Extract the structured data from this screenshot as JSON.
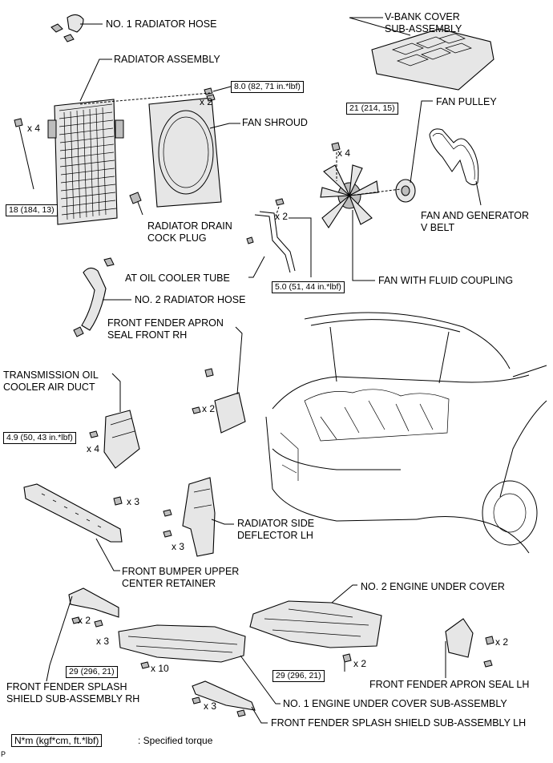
{
  "labels": {
    "no1_radiator_hose": "NO. 1 RADIATOR HOSE",
    "vbank_cover": "V-BANK COVER\nSUB-ASSEMBLY",
    "radiator_assembly": "RADIATOR ASSEMBLY",
    "fan_shroud": "FAN SHROUD",
    "fan_pulley": "FAN PULLEY",
    "radiator_drain": "RADIATOR DRAIN\nCOCK PLUG",
    "fan_generator_belt": "FAN AND GENERATOR\nV BELT",
    "at_oil_cooler_tube": "AT OIL COOLER TUBE",
    "fan_fluid_coupling": "FAN WITH FLUID COUPLING",
    "no2_radiator_hose": "NO. 2 RADIATOR HOSE",
    "front_fender_apron_front_rh": "FRONT FENDER APRON\nSEAL FRONT RH",
    "transmission_oil_duct": "TRANSMISSION OIL\nCOOLER AIR DUCT",
    "radiator_side_deflector": "RADIATOR SIDE\nDEFLECTOR LH",
    "front_bumper_retainer": "FRONT BUMPER UPPER\nCENTER RETAINER",
    "no2_engine_under_cover": "NO. 2 ENGINE UNDER COVER",
    "front_fender_apron_lh": "FRONT FENDER APRON SEAL LH",
    "front_fender_splash_rh": "FRONT FENDER SPLASH\nSHIELD SUB-ASSEMBLY RH",
    "no1_engine_under_cover": "NO. 1 ENGINE UNDER COVER SUB-ASSEMBLY",
    "front_fender_splash_lh": "FRONT FENDER SPLASH SHIELD SUB-ASSEMBLY LH"
  },
  "torques": {
    "t_shroud": "8.0 (82, 71 in.*lbf)",
    "t_fan": "21 (214, 15)",
    "t_radiator": "18 (184, 13)",
    "t_tube": "5.0 (51, 44 in.*lbf)",
    "t_duct": "4.9 (50, 43 in.*lbf)",
    "t_under2": "29 (296, 21)",
    "t_under1": "29 (296, 21)"
  },
  "quantities": {
    "q_shroud": "x 2",
    "q_radiator": "x 4",
    "q_fan": "x 4",
    "q_tube": "x 2",
    "q_apron_rh": "x 2",
    "q_duct": "x 4",
    "q_retainer": "x 3",
    "q_deflector": "x 3",
    "q_splash_rh_a": "x 2",
    "q_splash_rh_b": "x 3",
    "q_under1": "x 10",
    "q_under2": "x 2",
    "q_apron_lh": "x 2",
    "q_splash_lh": "x 3"
  },
  "legend": {
    "box": "N*m (kgf*cm, ft.*lbf)",
    "text": ": Specified torque"
  },
  "corner_mark": "P"
}
